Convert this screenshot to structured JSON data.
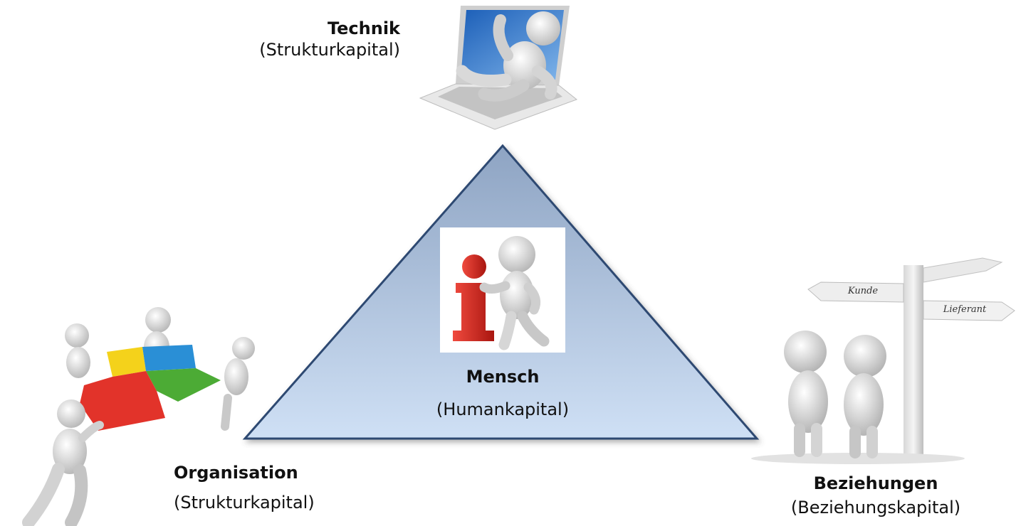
{
  "nodes": {
    "technik": {
      "title": "Technik",
      "subtitle": "(Strukturkapital)"
    },
    "mensch": {
      "title": "Mensch",
      "subtitle": "(Humankapital)"
    },
    "organisation": {
      "title": "Organisation",
      "subtitle": "(Strukturkapital)"
    },
    "beziehungen": {
      "title": "Beziehungen",
      "subtitle": "(Beziehungskapital)"
    }
  },
  "signpost": {
    "left_sign": "Kunde",
    "right_sign": "Lieferant"
  },
  "icons": {
    "top": "person-on-laptop-icon",
    "center": "person-with-info-sign-icon",
    "left": "team-with-puzzle-icon",
    "right": "people-at-signpost-icon"
  },
  "colors": {
    "triangle_top": "#8fa5c4",
    "triangle_bottom": "#c9dcf3",
    "triangle_stroke": "#2c4a73",
    "info_red": "#d9241b",
    "puzzle_red": "#e2332a",
    "puzzle_yellow": "#f4d21b",
    "puzzle_blue": "#2a8fd6",
    "puzzle_green": "#4cab35"
  }
}
